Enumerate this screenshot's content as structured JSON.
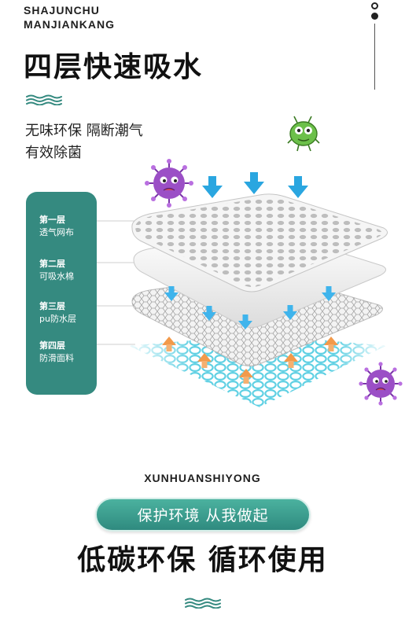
{
  "brand": {
    "line1": "SHAJUNCHU",
    "line2": "MANJIANKANG"
  },
  "headline": "四层快速吸水",
  "features": {
    "line1": "无味环保 隔断潮气",
    "line2": "有效除菌"
  },
  "layers": [
    {
      "name": "第一层",
      "desc": "透气网布"
    },
    {
      "name": "第二层",
      "desc": "可吸水棉"
    },
    {
      "name": "第三层",
      "desc": "pu防水层"
    },
    {
      "name": "第四层",
      "desc": "防滑面料"
    }
  ],
  "sub_caption": "XUNHUANSHIYONG",
  "pill_label": "保护环境 从我做起",
  "slogan": "低碳环保 循环使用",
  "colors": {
    "accent": "#358a80",
    "arrow_blue": "#2aa6e0",
    "arrow_orange": "#f29a4b",
    "mesh_cyan": "#5fd0e3",
    "germ_purple": "#9b4fc6",
    "germ_green": "#6cc04a"
  },
  "icons": {
    "wave": "triple-wave-icon",
    "germs": [
      "purple-germ-icon",
      "green-bug-icon"
    ]
  }
}
